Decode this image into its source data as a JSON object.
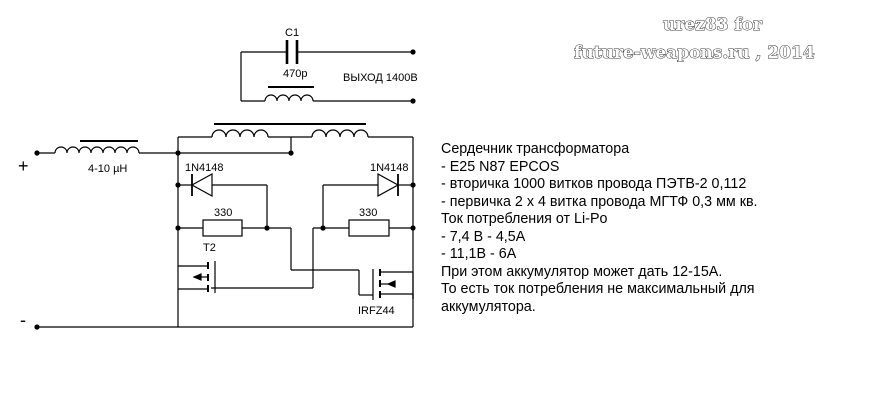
{
  "watermark": {
    "line1": "urez83 for",
    "line2": "future-weapons.ru , 2014"
  },
  "components": {
    "c1": "C1",
    "c1_value": "470p",
    "output": "ВЫХОД 1400В",
    "choke": "4-10 µH",
    "diode_left": "1N4148",
    "diode_right": "1N4148",
    "res_left": "330",
    "res_right": "330",
    "t2": "T2",
    "mosfet": "IRFZ44",
    "plus": "+",
    "minus": "-"
  },
  "notes": [
    "Сердечник трансформатора",
    "- E25 N87 EPCOS",
    "- вторичка 1000 витков провода ПЭТВ-2 0,112",
    "- первичка 2 х 4 витка провода МГТФ 0,3 мм кв.",
    "Ток потребления от Li-Po",
    "- 7,4 В   - 4,5А",
    "- 11,1В  - 6А",
    "При этом аккумулятор может дать 12-15А.",
    "То есть ток потребления не максимальный для",
    "аккумулятора."
  ]
}
